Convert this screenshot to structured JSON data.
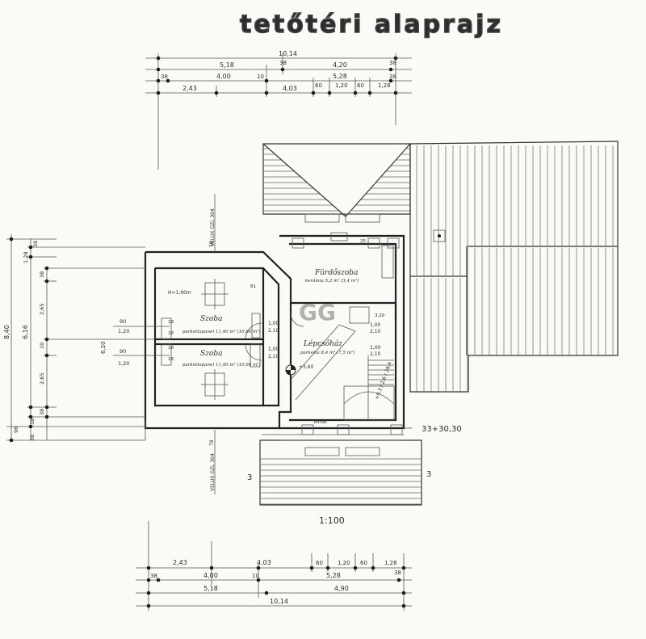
{
  "title": "tetőtéri alaprajz",
  "scale": "1:100",
  "rooms": {
    "bathroom": {
      "name": "Fürdőszoba",
      "floor": "kerámia 5,2 m² (3,4 m²)"
    },
    "room_top": {
      "name": "Szoba",
      "floor": "parkettapanel 11,40 m² (10,60 m²)"
    },
    "room_bottom": {
      "name": "Szoba",
      "floor": "parkettapanel 11,40 m² (10,60 m²)"
    },
    "hall": {
      "name": "Lépcsőház",
      "floor": "parketta 8,4 m² (7,5 m²)"
    }
  },
  "annotations": {
    "level": "+3,60",
    "height_label": "H=1,90m",
    "rail": "korlát",
    "velux_top": "VELUX GZL 304",
    "velux_bottom": "VELUX GZL 304",
    "section_mark": "3",
    "stairs": "+0,3 / 2,6 / 28,4",
    "roof_note": "33+30,30",
    "dim_320": "3,20"
  },
  "dims_top": {
    "row1": [
      "10,14"
    ],
    "row2": [
      "5,18",
      "38",
      "4,20",
      "38"
    ],
    "row3": [
      "38",
      "4,00",
      "10",
      "5,28",
      "38"
    ],
    "row4": [
      "2,43",
      "4,03",
      "60",
      "1,20",
      "60",
      "1,28"
    ]
  },
  "dims_bottom": {
    "row1": [
      "2,43",
      "4,03",
      "60",
      "1,20",
      "60",
      "1,28"
    ],
    "row2": [
      "38",
      "4,00",
      "10",
      "5,28",
      "38"
    ],
    "row3": [
      "5,18",
      "4,90"
    ],
    "row4": [
      "10,14"
    ]
  },
  "dims_left": {
    "outer": "8,40",
    "middle": "6,16",
    "segments": [
      "38",
      "1,28",
      "38",
      "2,65",
      "10",
      "2,65",
      "38",
      "38",
      "96",
      "38"
    ],
    "wall_dims": [
      "6,20"
    ]
  },
  "dims_interior": {
    "window_top": [
      "90",
      "1,20"
    ],
    "window_bottom": [
      "90",
      "1,20"
    ],
    "door_a": [
      "1,00",
      "2,10"
    ],
    "door_b": [
      "1,00",
      "2,10"
    ],
    "door_c": [
      "1,00",
      "2,10"
    ],
    "door_d": [
      "1,00",
      "2,10"
    ],
    "sill": [
      "78",
      "78"
    ],
    "small": [
      "18",
      "18",
      "18",
      "18",
      "81",
      "25"
    ]
  },
  "watermark": "GG"
}
